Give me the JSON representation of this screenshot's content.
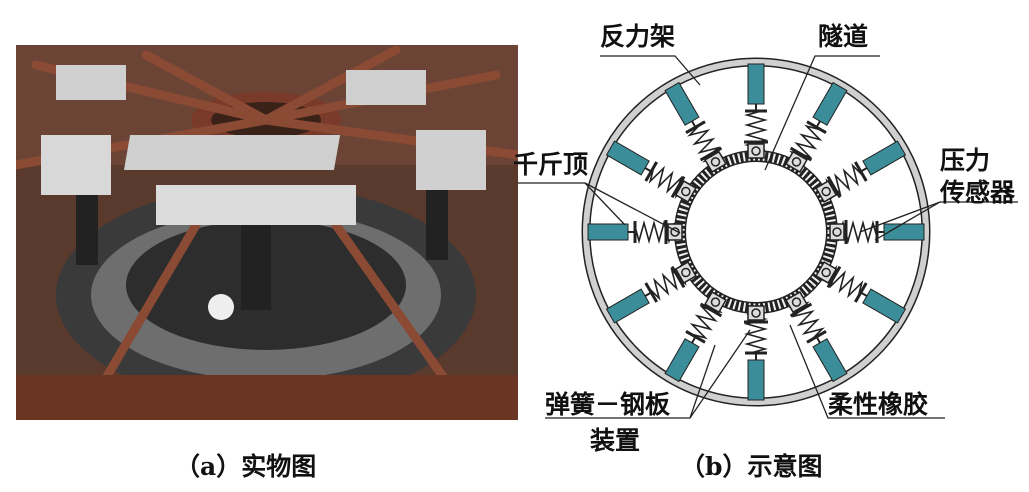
{
  "panel_a": {
    "caption": "（a）实物图"
  },
  "panel_b": {
    "caption": "（b）示意图",
    "labels": {
      "reaction_frame": "反力架",
      "tunnel": "隧道",
      "jack": "千斤顶",
      "pressure_sensor_1": "压力",
      "pressure_sensor_2": "传感器",
      "spring_plate_1": "弹簧－钢板",
      "spring_plate_2": "装置",
      "flexible_rubber": "柔性橡胶"
    },
    "jack_count": 12
  },
  "colors": {
    "jack": "#3b8e99",
    "frame": "#d0d0d0",
    "line": "#222222"
  }
}
